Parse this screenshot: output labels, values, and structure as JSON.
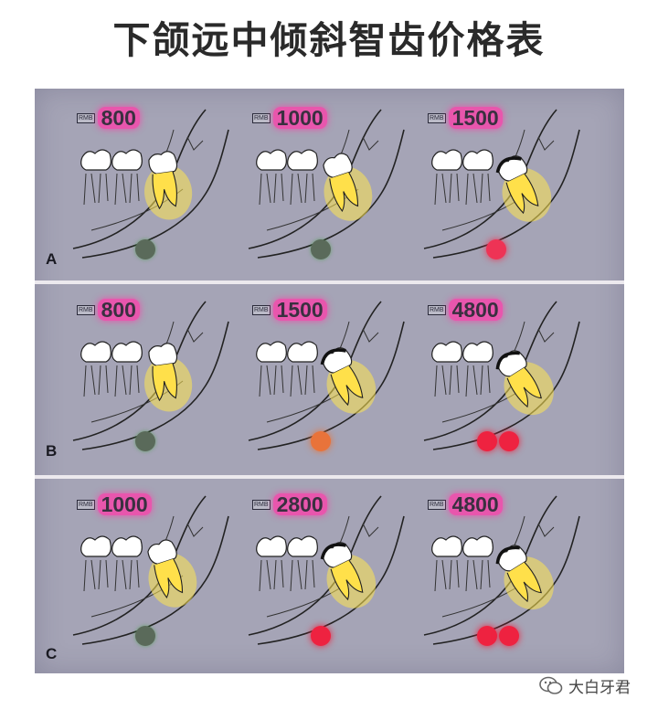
{
  "title": "下颌远中倾斜智齿价格表",
  "currency": "RMB",
  "rows": [
    {
      "label": "A",
      "cells": [
        {
          "price": "800",
          "level": 1,
          "dots": [
            "#5a6a5a"
          ]
        },
        {
          "price": "1000",
          "level": 2,
          "dots": [
            "#5a6a5a"
          ]
        },
        {
          "price": "1500",
          "level": 3,
          "dots": [
            "#ee3355"
          ]
        }
      ]
    },
    {
      "label": "B",
      "cells": [
        {
          "price": "800",
          "level": 1,
          "dots": [
            "#5a6a5a"
          ]
        },
        {
          "price": "1500",
          "level": 3,
          "dots": [
            "#e8733a"
          ]
        },
        {
          "price": "4800",
          "level": 4,
          "dots": [
            "#ee2240",
            "#ee2240"
          ]
        }
      ]
    },
    {
      "label": "C",
      "cells": [
        {
          "price": "1000",
          "level": 2,
          "dots": [
            "#5a6a5a"
          ]
        },
        {
          "price": "2800",
          "level": 3,
          "dots": [
            "#ee2240"
          ]
        },
        {
          "price": "4800",
          "level": 4,
          "dots": [
            "#ee2240",
            "#ee2240"
          ]
        }
      ]
    }
  ],
  "watermark": "大白牙君"
}
